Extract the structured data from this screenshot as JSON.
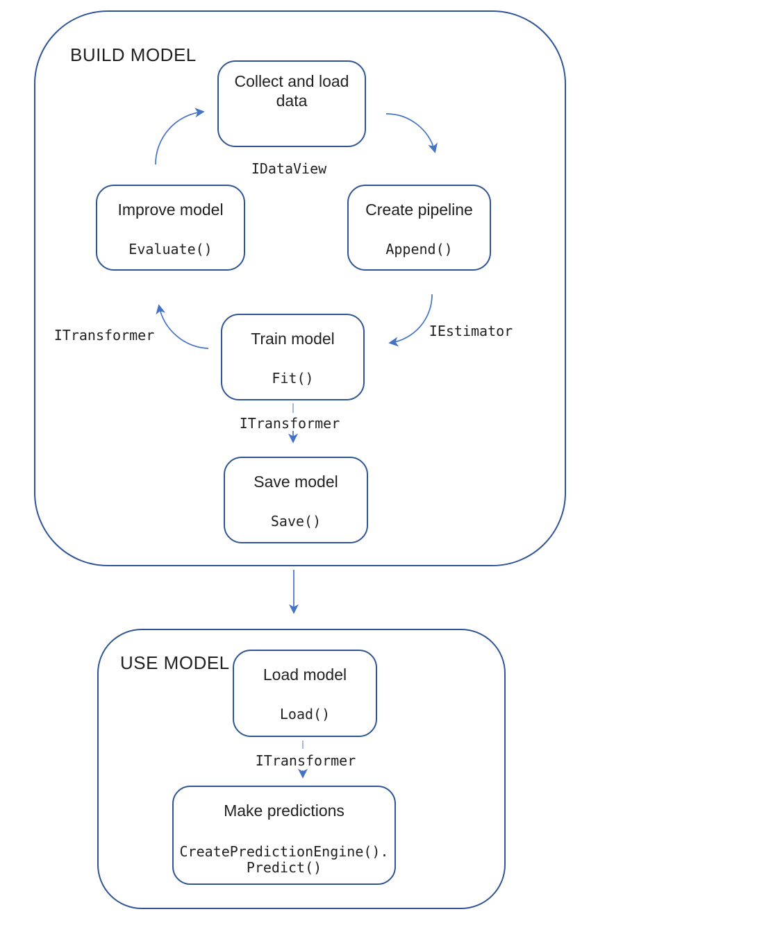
{
  "sections": {
    "build": {
      "label": "BUILD MODEL"
    },
    "use": {
      "label": "USE MODEL"
    }
  },
  "nodes": {
    "collect": {
      "title": "Collect and load\ndata"
    },
    "improve": {
      "title": "Improve model",
      "code": "Evaluate()"
    },
    "create": {
      "title": "Create pipeline",
      "code": "Append()"
    },
    "train": {
      "title": "Train model",
      "code": "Fit()"
    },
    "save": {
      "title": "Save model",
      "code": "Save()"
    },
    "load": {
      "title": "Load model",
      "code": "Load()"
    },
    "predict": {
      "title": "Make predictions",
      "code": "CreatePredictionEngine().\nPredict()"
    }
  },
  "edge_labels": {
    "idataview": "IDataView",
    "iestimator": "IEstimator",
    "itransformer_cycle": "ITransformer",
    "itransformer_save": "ITransformer",
    "itransformer_load": "ITransformer"
  },
  "colors": {
    "box_border": "#2F5496",
    "arrow": "#4472C4",
    "text": "#1F1F1F"
  }
}
